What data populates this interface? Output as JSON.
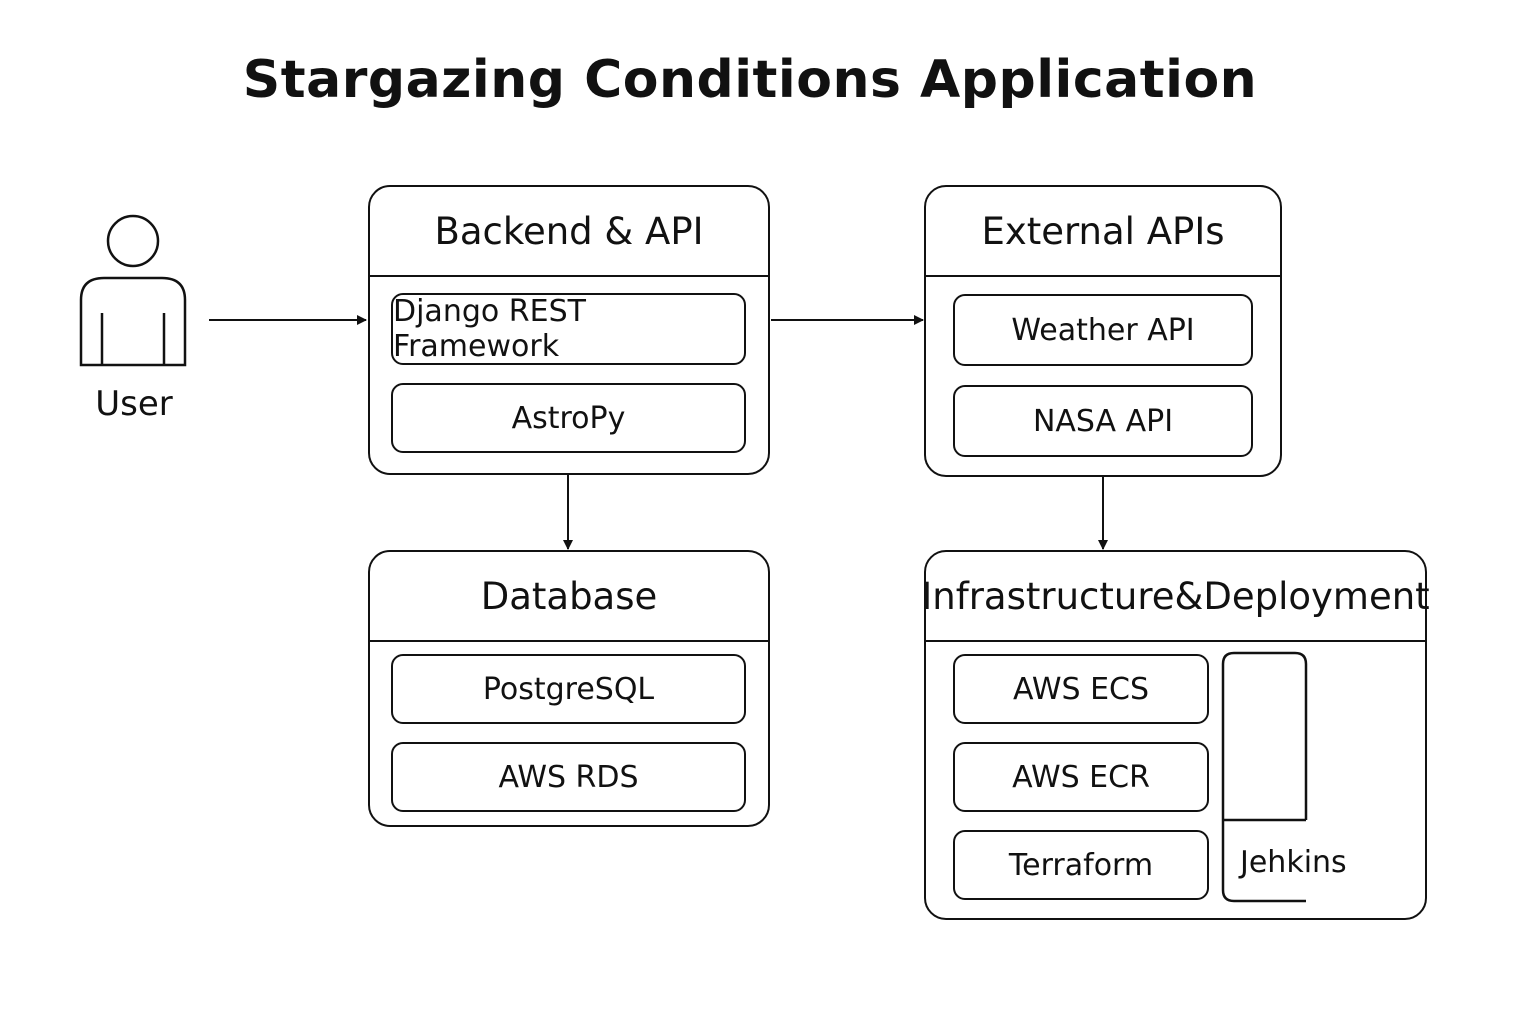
{
  "title": "Stargazing Conditions Application",
  "user": {
    "label": "User"
  },
  "backend": {
    "title": "Backend & API",
    "items": [
      "Django REST Framework",
      "AstroPy"
    ]
  },
  "external": {
    "title": "External APIs",
    "items": [
      "Weather API",
      "NASA API"
    ]
  },
  "database": {
    "title": "Database",
    "items": [
      "PostgreSQL",
      "AWS RDS"
    ]
  },
  "infrastructure": {
    "title": "Infrastructure&Deployment",
    "items": [
      "AWS ECS",
      "AWS ECR",
      "Terraform"
    ],
    "side_label": "Jehkins"
  },
  "colors": {
    "stroke": "#111111",
    "background": "#ffffff"
  }
}
